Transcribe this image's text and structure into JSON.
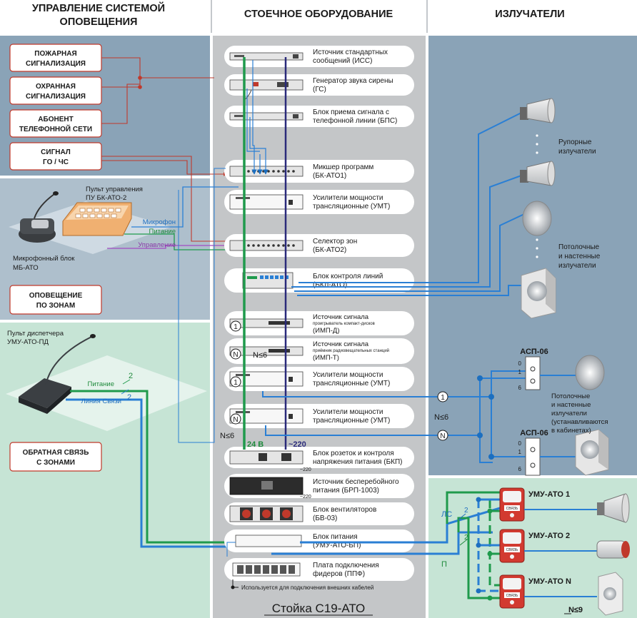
{
  "headers": {
    "left": [
      "УПРАВЛЕНИЕ СИСТЕМОЙ",
      "ОПОВЕЩЕНИЯ"
    ],
    "center": "СТОЕЧНОЕ ОБОРУДОВАНИЕ",
    "right": "ИЗЛУЧАТЕЛИ"
  },
  "sources": [
    {
      "lines": [
        "ПОЖАРНАЯ",
        "СИГНАЛИЗАЦИЯ"
      ]
    },
    {
      "lines": [
        "ОХРАННАЯ",
        "СИГНАЛИЗАЦИЯ"
      ]
    },
    {
      "lines": [
        "АБОНЕНТ",
        "ТЕЛЕФОННОЙ СЕТИ"
      ]
    },
    {
      "lines": [
        "СИГНАЛ",
        "ГО / ЧС"
      ]
    }
  ],
  "zone_panel": {
    "console_label": [
      "Пульт управления",
      "ПУ БК-АТО-2"
    ],
    "mic_block_label": [
      "Микрофонный блок",
      "МБ-АТО"
    ],
    "wire_mic": "Микрофон",
    "wire_power": "Питание",
    "wire_control": "Управление",
    "box": [
      "ОПОВЕЩЕНИЕ",
      "ПО ЗОНАМ"
    ]
  },
  "dispatcher_panel": {
    "console_label": [
      "Пульт диспетчера",
      "УМУ-АТО-ПД"
    ],
    "wire_power": "Питание",
    "wire_link": "Линия Связи",
    "count_a": "2",
    "count_b": "2",
    "box": [
      "ОБРАТНАЯ СВЯЗЬ",
      "С ЗОНАМИ"
    ]
  },
  "rack": {
    "modules": [
      {
        "lines": [
          "Источник стандартных",
          "сообщений (ИСС)"
        ]
      },
      {
        "lines": [
          "Генератор звука сирены",
          "(ГС)"
        ]
      },
      {
        "lines": [
          "Блок приема сигнала с",
          "телефонной линии (БПС)"
        ]
      },
      {
        "lines": [
          "Микшер программ",
          "(БК-АТО1)"
        ]
      },
      {
        "lines": [
          "Усилители мощности",
          "трансляционные (УМТ)"
        ]
      },
      {
        "lines": [
          "Селектор зон",
          "(БК-АТО2)"
        ]
      },
      {
        "lines": [
          "Блок контроля линий",
          "(БКЛ-АТО)"
        ]
      },
      {
        "lines": [
          "Источник сигнала",
          "проигрыватель компакт-дисков",
          "(ИМП-Д)"
        ]
      },
      {
        "lines": [
          "Источник сигнала",
          "приёмник радиовещательных станций",
          "(ИМП-Т)"
        ]
      },
      {
        "lines": [
          "Усилители мощности",
          "трансляционные (УМТ)"
        ]
      },
      {
        "lines": [
          "Усилители мощности",
          "трансляционные (УМТ)"
        ]
      },
      {
        "lines": [
          "Блок розеток и контроля",
          "напряжения питания (БКП)"
        ]
      },
      {
        "lines": [
          "Источник бесперебойного",
          "питания (БРП-1003)"
        ]
      },
      {
        "lines": [
          "Блок вентиляторов",
          "(БВ-03)"
        ]
      },
      {
        "lines": [
          "Блок питания",
          "(УМУ-АТО-БП)"
        ]
      },
      {
        "lines": [
          "Плата подключения",
          "фидеров (ППФ)"
        ]
      }
    ],
    "feeder_note": "Используется для подключения внешних кабелей",
    "n_le6_a": "N≤6",
    "n_le6_b": "N≤6",
    "v24": "24 В",
    "v220": "~220",
    "v220_small_a": "~220",
    "v220_small_b": "~220",
    "marker_1": "1",
    "marker_n": "N",
    "title": "Стойка С19-АТО"
  },
  "emitters": {
    "horn_label": [
      "Рупорные",
      "излучатели"
    ],
    "ceiling_label": [
      "Потолочные",
      "и настенные",
      "излучатели"
    ],
    "cabinet_label": [
      "Потолочные",
      "и настенные",
      "излучатели",
      "(устанавливаются",
      "в кабинетах)"
    ],
    "asp_a": "АСП-06",
    "asp_b": "АСП-06",
    "asp_digits": [
      "0",
      "1",
      "6"
    ],
    "n_le6": "N≤6",
    "marker_1": "1",
    "marker_n": "N"
  },
  "umu": {
    "units": [
      "УМУ-АТО 1",
      "УМУ-АТО 2",
      "УМУ-АТО N"
    ],
    "device_text": "СВЯЗЬ",
    "ls": "ЛС",
    "p": "П",
    "count_a": "2",
    "count_b": "2",
    "n_le9": "N≤9"
  }
}
